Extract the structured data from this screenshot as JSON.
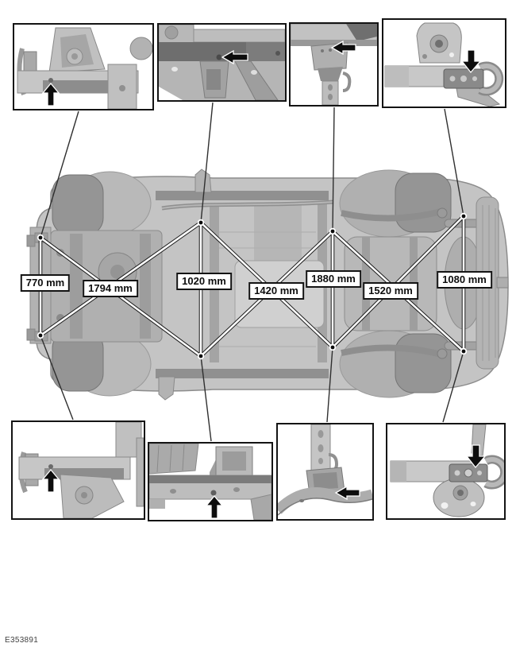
{
  "figure_id": "E353891",
  "unit": "mm",
  "measurements": [
    {
      "name": "front-width",
      "label": "770 mm",
      "value": 770,
      "orientation": "vertical-width"
    },
    {
      "name": "front-diagonal",
      "label": "1794 mm",
      "value": 1794,
      "orientation": "diagonal-cross"
    },
    {
      "name": "mid-front-width",
      "label": "1020 mm",
      "value": 1020,
      "orientation": "vertical-width"
    },
    {
      "name": "mid-diagonal",
      "label": "1420 mm",
      "value": 1420,
      "orientation": "diagonal-cross"
    },
    {
      "name": "mid-rear-width",
      "label": "1880 mm",
      "value": 1880,
      "orientation": "vertical-width"
    },
    {
      "name": "rear-diagonal",
      "label": "1520 mm",
      "value": 1520,
      "orientation": "diagonal-cross"
    },
    {
      "name": "rear-width",
      "label": "1080 mm",
      "value": 1080,
      "orientation": "vertical-width"
    }
  ],
  "callouts": {
    "top": [
      {
        "name": "front-left-frame-rail-detail",
        "arrow_direction": "up"
      },
      {
        "name": "front-floor-bracket-detail",
        "arrow_direction": "left"
      },
      {
        "name": "mid-jacking-bracket-detail",
        "arrow_direction": "left"
      },
      {
        "name": "rear-tow-eye-upper-detail",
        "arrow_direction": "down"
      }
    ],
    "bottom": [
      {
        "name": "front-left-frame-rail-lower-detail",
        "arrow_direction": "up"
      },
      {
        "name": "mid-floor-rail-lower-detail",
        "arrow_direction": "up"
      },
      {
        "name": "rear-axle-bracket-detail",
        "arrow_direction": "left"
      },
      {
        "name": "rear-tow-eye-lower-detail",
        "arrow_direction": "down"
      }
    ]
  },
  "colors": {
    "line_overlay_white": "#ffffff",
    "line_outline_black": "#1a1a1a",
    "render_light_gray": "#c6c6c6",
    "render_dark_gray": "#8a8a8a",
    "arrow_black": "#0d0d0d"
  }
}
